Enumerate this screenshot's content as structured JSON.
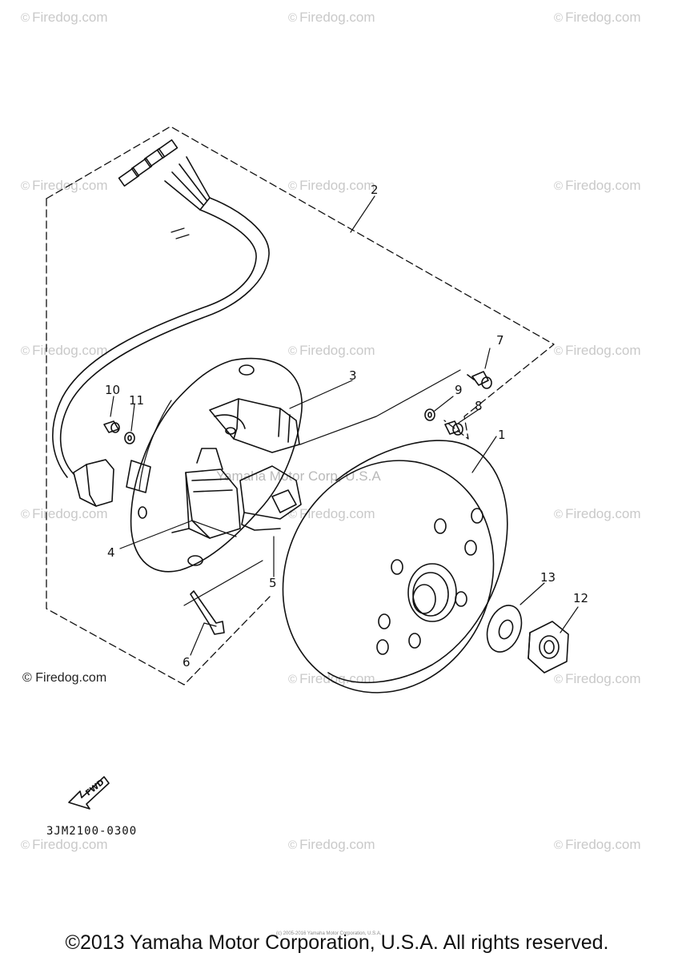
{
  "watermark": {
    "symbol": "©",
    "text": "Firedog.com"
  },
  "brand_mark": "© Firedog.com",
  "faint_center_text": "Yamaha Motor Corp, U.S.A",
  "callouts": [
    "1",
    "2",
    "3",
    "4",
    "5",
    "6",
    "7",
    "8",
    "9",
    "10",
    "11",
    "12",
    "13"
  ],
  "fwd_label": "FWD",
  "diagram_code": "3JM2100-0300",
  "copyright": "©2013 Yamaha Motor Corporation, U.S.A. All rights reserved.",
  "tiny_note": "(c) 2005-2016 Yamaha Motor Corporation, U.S.A."
}
